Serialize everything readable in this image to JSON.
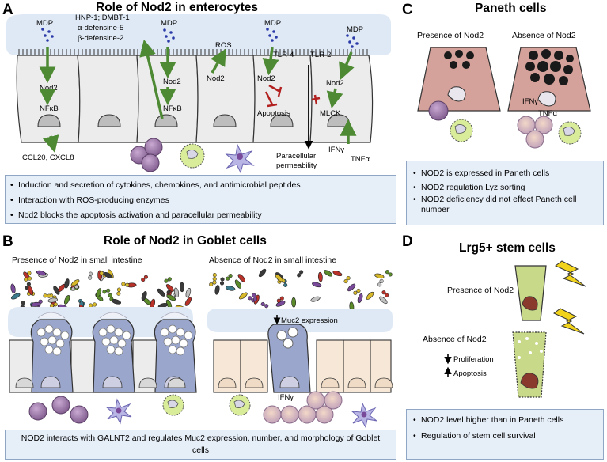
{
  "panel_a": {
    "letter": "A",
    "title": "Role of Nod2 in enterocytes",
    "labels": {
      "mdp": "MDP",
      "nod2": "Nod2",
      "nfkb": "NFκB",
      "ccl20": "CCL20, CXCL8",
      "hnp": "HNP-1; DMBT-1",
      "alpha_def": "α-defensine-5",
      "beta_def": "β-defensine-2",
      "ros": "ROS",
      "tlr4": "TLR-4",
      "tlr2": "TLR-2",
      "apoptosis": "Apoptosis",
      "mlck": "MLCK",
      "paracellular_1": "Paracellular",
      "paracellular_2": "permeability",
      "ifng": "IFNγ",
      "tnfa": "TNFα"
    },
    "bullets": [
      "Induction and secretion of cytokines, chemokines, and antimicrobial peptides",
      "Interaction with ROS-producing enzymes",
      "Nod2 blocks the apoptosis activation and paracellular permeability"
    ]
  },
  "panel_b": {
    "letter": "B",
    "title": "Role of Nod2 in Goblet cells",
    "presence": "Presence of Nod2 in small intestine",
    "absence": "Absence of Nod2 in small intestine",
    "muc2": "Muc2 expression",
    "ifng": "IFNγ",
    "caption": "NOD2 interacts with GALNT2 and regulates Muc2 expression, number, and morphology of Goblet cells"
  },
  "panel_c": {
    "letter": "C",
    "title": "Paneth cells",
    "presence": "Presence of Nod2",
    "absence": "Absence of Nod2",
    "ifng": "IFNγ",
    "tnfa": "TNFα",
    "bullets": [
      "NOD2 is expressed in Paneth cells",
      "NOD2 regulation Lyz sorting",
      "NOD2 deficiency did not effect Paneth cell number"
    ]
  },
  "panel_d": {
    "letter": "D",
    "title": "Lrg5+ stem cells",
    "presence": "Presence of Nod2",
    "absence": "Absence of Nod2",
    "proliferation": "Proliferation",
    "apoptosis": "Apoptosis",
    "bullets": [
      "NOD2 level higher than in Paneth cells",
      "Regulation of stem cell survival"
    ]
  },
  "colors": {
    "box_fill": "#e6eef8",
    "box_border": "#8fa7c5",
    "arrow_green": "#4e8a33",
    "mucus": "#dfe9f5",
    "paneth": "#d4a29a",
    "stem": "#c8d98a",
    "goblet": "#9aa6cc",
    "blood_cell": "#9d7aa8",
    "inhibit_red": "#b32020"
  }
}
